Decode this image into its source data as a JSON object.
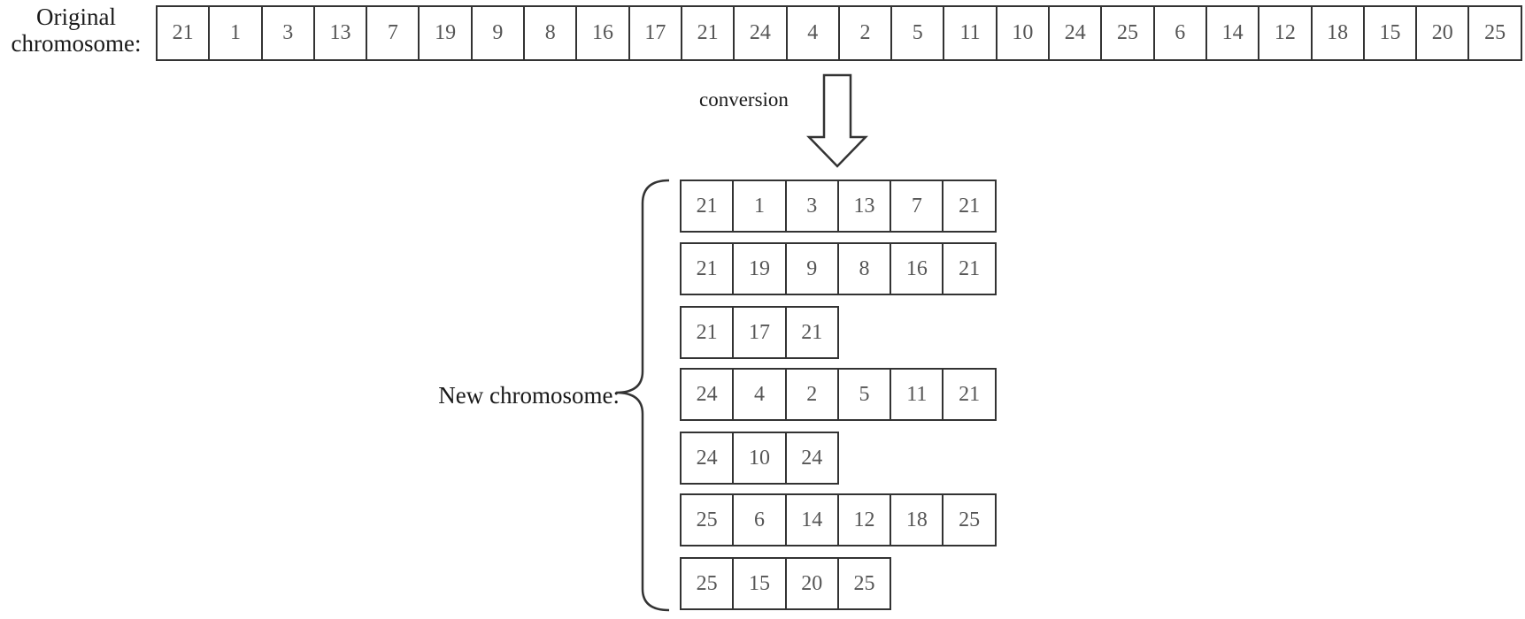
{
  "original": {
    "label_line1": "Original",
    "label_line2": "chromosome:",
    "genes": [
      "21",
      "1",
      "3",
      "13",
      "7",
      "19",
      "9",
      "8",
      "16",
      "17",
      "21",
      "24",
      "4",
      "2",
      "5",
      "11",
      "10",
      "24",
      "25",
      "6",
      "14",
      "12",
      "18",
      "15",
      "20",
      "25"
    ]
  },
  "conversion_label": "conversion",
  "new_chromosome": {
    "label": "New chromosome:",
    "rows": [
      [
        "21",
        "1",
        "3",
        "13",
        "7",
        "21"
      ],
      [
        "21",
        "19",
        "9",
        "8",
        "16",
        "21"
      ],
      [
        "21",
        "17",
        "21"
      ],
      [
        "24",
        "4",
        "2",
        "5",
        "11",
        "21"
      ],
      [
        "24",
        "10",
        "24"
      ],
      [
        "25",
        "6",
        "14",
        "12",
        "18",
        "25"
      ],
      [
        "25",
        "15",
        "20",
        "25"
      ]
    ]
  }
}
